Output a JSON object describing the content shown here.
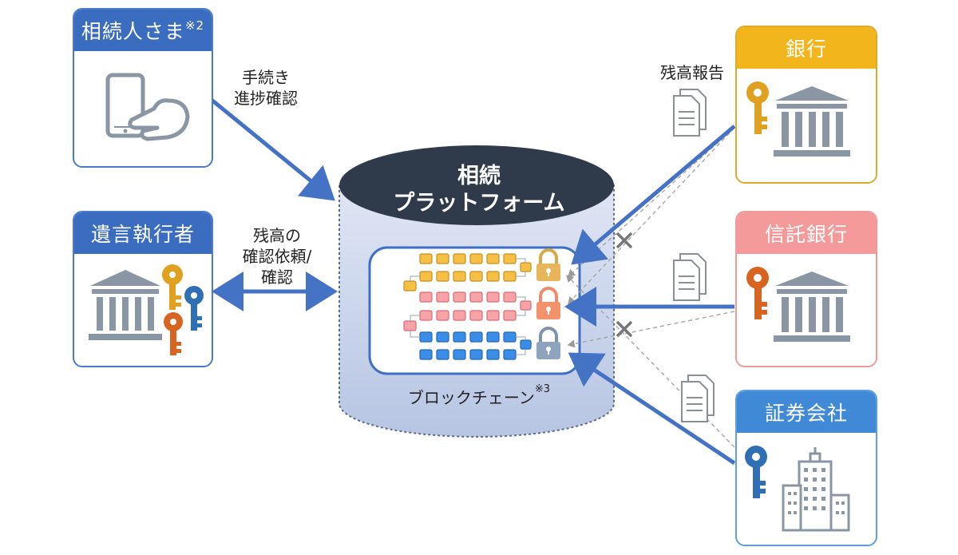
{
  "nodes": {
    "heir": {
      "title": "相続人さま",
      "note": "※2",
      "icon": "tablet-touch-icon",
      "color": "#3a6cc0"
    },
    "executor": {
      "title": "遺言執行者",
      "icon": "bank-with-keys-icon",
      "color": "#3a6cc0"
    },
    "bank": {
      "title": "銀行",
      "icon": "bank-icon",
      "color": "#f2b51c",
      "border": "#e0a92a"
    },
    "trust_bank": {
      "title": "信託銀行",
      "icon": "bank-icon",
      "color": "#f59a9a",
      "border": "#f19a9a"
    },
    "securities": {
      "title": "証券会社",
      "icon": "office-building-icon",
      "color": "#3f89d6",
      "border": "#5e9de0"
    }
  },
  "platform": {
    "title_line1": "相続",
    "title_line2": "プラットフォーム",
    "chain_label": "ブロックチェーン",
    "chain_note": "※3"
  },
  "edge_labels": {
    "heir_line1": "手続き",
    "heir_line2": "進捗確認",
    "executor_line1": "残高の",
    "executor_line2": "確認依頼/",
    "executor_line3": "確認",
    "bank_report": "残高報告"
  },
  "colors": {
    "arrow": "#4472c4",
    "cylinder": "#c8d4ec",
    "cylinder_top": "#2f3a4a",
    "gold_key": "#e0a020",
    "orange_key": "#d9641f",
    "blue_key": "#2f6fb3",
    "bank_gray": "#8a96a3"
  }
}
